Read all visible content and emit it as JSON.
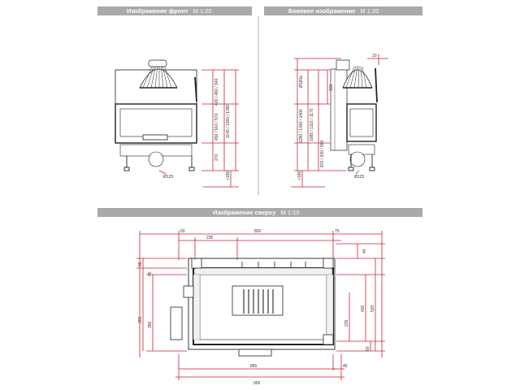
{
  "headers": {
    "front": {
      "title": "Изображение фронт",
      "scale": "M 1:20"
    },
    "side": {
      "title": "Боковое изображение",
      "scale": "M 1:20"
    },
    "top": {
      "title": "Изображение сверху",
      "scale": "M 1:10"
    }
  },
  "front_view": {
    "right_dims": [
      "420 / 480 / 340",
      "450 / 510 / 570",
      "1140 / 1260 / 1380",
      "270",
      "+180"
    ],
    "flue_label": "Ø125"
  },
  "side_view": {
    "left_dims": [
      "Ø180a",
      "1280 / 1340 / 1400",
      "1085 / 1115 / 1175",
      "870 / 930 / 990",
      "+180"
    ],
    "inner_dim": "150",
    "top_dim": "10",
    "flue_label": "Ø125"
  },
  "top_view": {
    "top_dims": [
      "60",
      "235",
      "820",
      "75"
    ],
    "left_dims": [
      "85",
      "45",
      "355",
      "350"
    ],
    "right_dims": [
      "40",
      "420",
      "520",
      "235",
      "60"
    ],
    "bottom_dims": [
      "855",
      "900",
      "45"
    ]
  },
  "colors": {
    "header_bg": "#a7a9ab",
    "dimension_red": "#c8242f",
    "line": "#222222"
  }
}
